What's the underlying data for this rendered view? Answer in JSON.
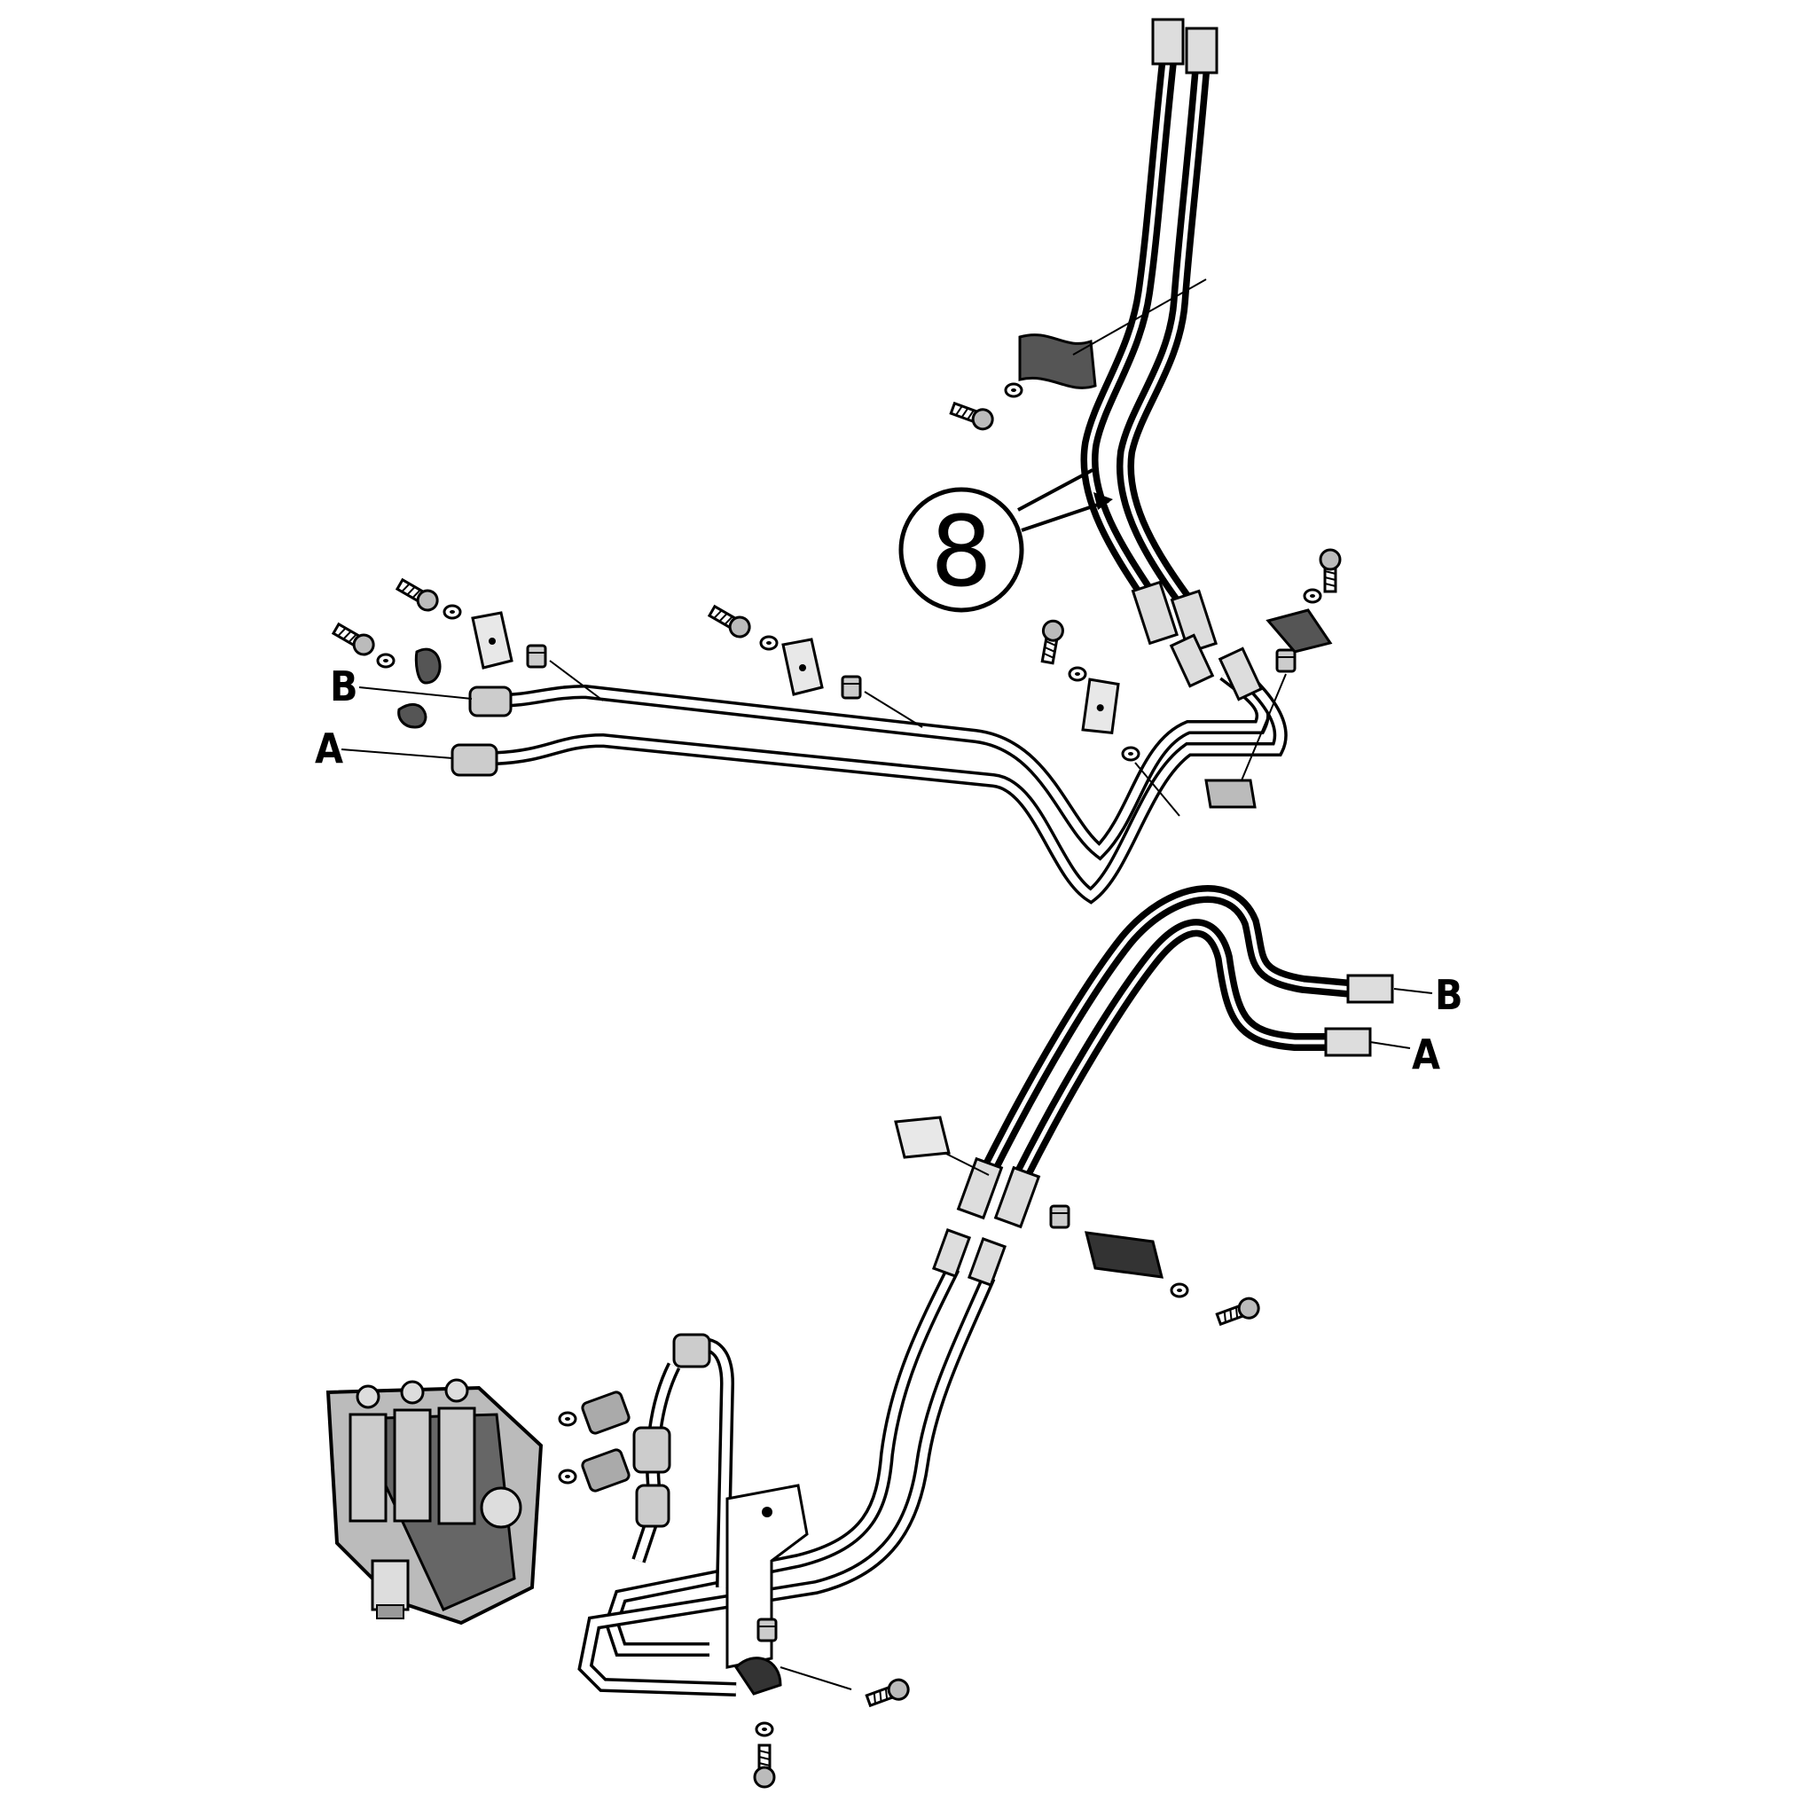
{
  "callout": {
    "number": "8"
  },
  "labels": {
    "upper_b": "B",
    "upper_a": "A",
    "lower_b": "B",
    "lower_a": "A"
  },
  "colors": {
    "line": "#000000",
    "hose": "#111111",
    "pipe_fill": "#ffffff",
    "part_fill": "#bdbdbd",
    "background": "#ffffff"
  },
  "icons": [
    "bolt-icon",
    "washer-icon",
    "clamp-icon",
    "nut-icon",
    "control-valve-icon",
    "hose-fitting-icon"
  ]
}
